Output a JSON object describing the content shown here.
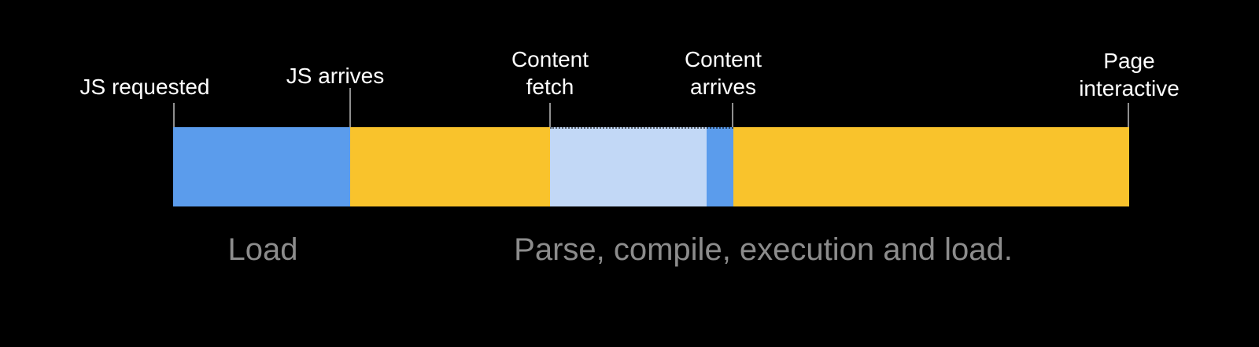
{
  "meta": {
    "background": "#000000"
  },
  "timeline": {
    "markers": [
      {
        "name": "js-requested",
        "text": "JS requested"
      },
      {
        "name": "js-arrives",
        "text": "JS arrives"
      },
      {
        "name": "content-fetch",
        "text": "Content\nfetch"
      },
      {
        "name": "content-arrives",
        "text": "Content\narrives"
      },
      {
        "name": "page-interactive",
        "text": "Page\ninteractive"
      }
    ],
    "segments": [
      {
        "name": "js-download",
        "color": "#5B9CEC",
        "width_pct": 18.52
      },
      {
        "name": "parse-compile-1",
        "color": "#F9C32C",
        "width_pct": 20.9
      },
      {
        "name": "content-fetch-span",
        "color": "#C2D8F6",
        "width_pct": 16.38
      },
      {
        "name": "content-arrives-span",
        "color": "#5B9CEC",
        "width_pct": 2.8
      },
      {
        "name": "execution-load-span",
        "color": "#F9C32C",
        "width_pct": 41.4
      }
    ],
    "captions": [
      {
        "name": "load-caption",
        "text": "Load"
      },
      {
        "name": "parse-caption",
        "text": "Parse, compile, execution and load."
      }
    ],
    "colors": {
      "label": "#FFFFFF",
      "caption": "#8C8C8C",
      "tick": "#8F8F8F"
    }
  },
  "chart_data": {
    "type": "bar",
    "title": "JavaScript loading timeline",
    "orientation": "horizontal-timeline",
    "events": [
      "JS requested",
      "JS arrives",
      "Content fetch",
      "Content arrives",
      "Page interactive"
    ],
    "event_positions_fraction": [
      0.0,
      0.185,
      0.394,
      0.585,
      1.0
    ],
    "series": [
      {
        "name": "JS requested → JS arrives",
        "fraction": 0.1852,
        "color": "#5B9CEC"
      },
      {
        "name": "JS arrives → Content fetch",
        "fraction": 0.209,
        "color": "#F9C32C"
      },
      {
        "name": "Content fetch → Content arrives (light)",
        "fraction": 0.1638,
        "color": "#C2D8F6"
      },
      {
        "name": "Content arrives sliver",
        "fraction": 0.028,
        "color": "#5B9CEC"
      },
      {
        "name": "Execution → Page interactive",
        "fraction": 0.414,
        "color": "#F9C32C"
      }
    ],
    "phase_labels": [
      "Load",
      "Parse, compile, execution and load."
    ],
    "legend_position": "none",
    "grid": false
  }
}
